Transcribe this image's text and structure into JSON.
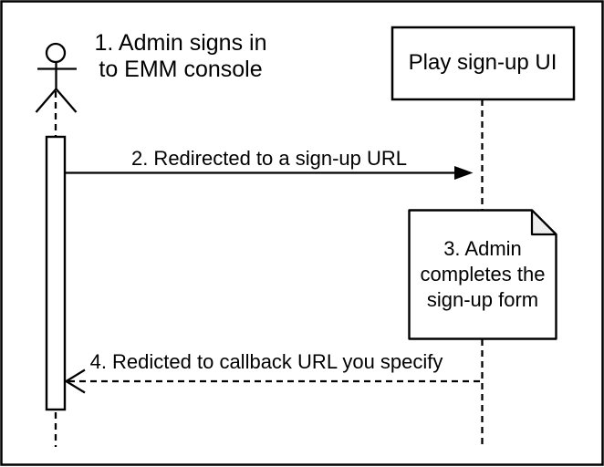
{
  "diagram_type": "sequence-diagram",
  "actor": {
    "label_line1": "1. Admin signs in",
    "label_line2": "to EMM console"
  },
  "participant": {
    "label": "Play sign-up UI"
  },
  "messages": {
    "signup_redirect": {
      "label": "2. Redirected to a sign-up URL",
      "line_style": "solid",
      "direction": "right"
    },
    "callback_redirect": {
      "label": "4. Redicted to callback URL you specify",
      "line_style": "dashed",
      "direction": "left"
    }
  },
  "note": {
    "line1": "3. Admin",
    "line2": "completes the",
    "line3": "sign-up form"
  },
  "colors": {
    "stroke": "#000000",
    "background": "#ffffff",
    "note_fill": "#ffffff",
    "note_fold": "#eeeeee"
  }
}
